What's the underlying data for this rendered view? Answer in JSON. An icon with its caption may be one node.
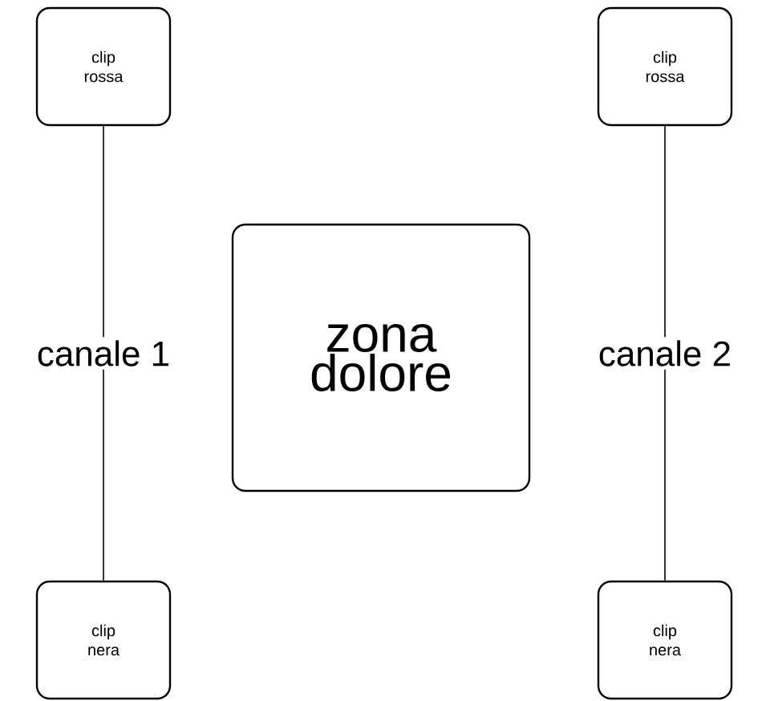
{
  "diagram": {
    "nodes": [
      {
        "text": [
          "clip rossa"
        ]
      },
      {
        "text": [
          "clip rossa"
        ]
      },
      {
        "text": [
          "zona dolore"
        ]
      },
      {
        "text": [
          "clip nera"
        ]
      },
      {
        "text": [
          "clip nera"
        ]
      }
    ],
    "edges": [
      {
        "from": 0,
        "to": 3,
        "arrow": "none",
        "label": "canale 1"
      },
      {
        "from": 1,
        "to": 4,
        "arrow": "none",
        "label": "canale 2"
      }
    ]
  }
}
